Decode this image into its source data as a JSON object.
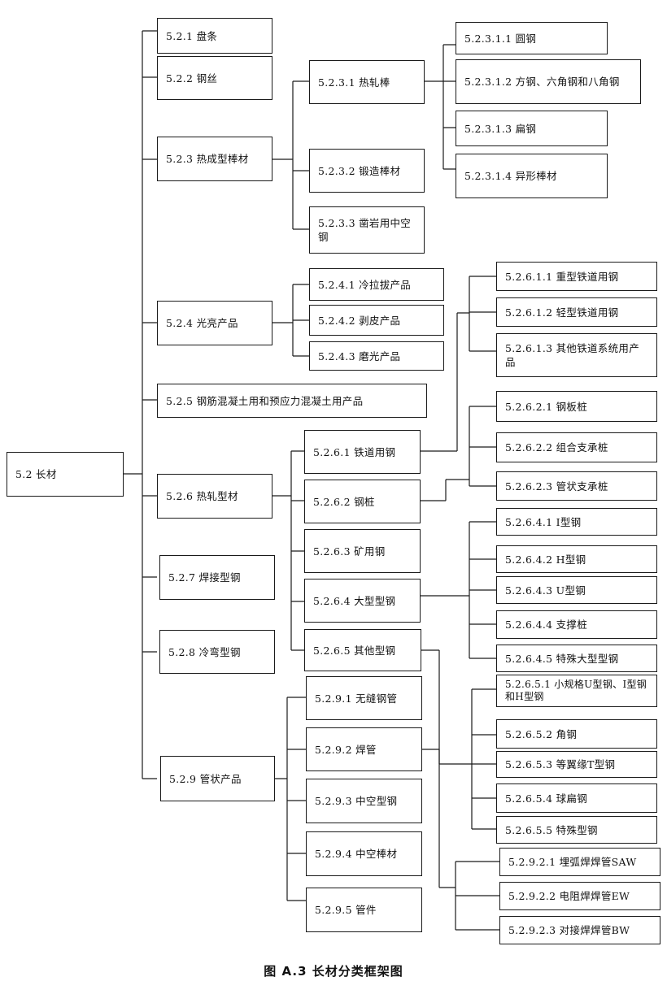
{
  "nodes": {
    "n52": "5.2 长材",
    "n521": "5.2.1 盘条",
    "n522": "5.2.2 钢丝",
    "n523": "5.2.3 热成型棒材",
    "n5231": "5.2.3.1 热轧棒",
    "n52311": "5.2.3.1.1 圆钢",
    "n52312": "5.2.3.1.2 方钢、六角钢和八角钢",
    "n52313": "5.2.3.1.3 扁钢",
    "n52314": "5.2.3.1.4 异形棒材",
    "n5232": "5.2.3.2 锻造棒材",
    "n5233": "5.2.3.3 凿岩用中空钢",
    "n524": "5.2.4 光亮产品",
    "n5241": "5.2.4.1 冷拉拔产品",
    "n5242": "5.2.4.2 剥皮产品",
    "n5243": "5.2.4.3 磨光产品",
    "n525": "5.2.5 钢筋混凝土用和预应力混凝土用产品",
    "n526": "5.2.6 热轧型材",
    "n5261": "5.2.6.1 铁道用钢",
    "n52611": "5.2.6.1.1 重型铁道用钢",
    "n52612": "5.2.6.1.2 轻型铁道用钢",
    "n52613": "5.2.6.1.3 其他铁道系统用产品",
    "n5262": "5.2.6.2 钢桩",
    "n52621": "5.2.6.2.1 钢板桩",
    "n52622": "5.2.6.2.2 组合支承桩",
    "n52623": "5.2.6.2.3 管状支承桩",
    "n5263": "5.2.6.3 矿用钢",
    "n5264": "5.2.6.4 大型型钢",
    "n52641": "5.2.6.4.1 I型钢",
    "n52642": "5.2.6.4.2 H型钢",
    "n52643": "5.2.6.4.3 U型钢",
    "n52644": "5.2.6.4.4 支撑桩",
    "n52645": "5.2.6.4.5 特殊大型型钢",
    "n5265": "5.2.6.5 其他型钢",
    "n52651": "5.2.6.5.1 小规格U型钢、I型钢和H型钢",
    "n52652": "5.2.6.5.2 角钢",
    "n52653": "5.2.6.5.3 等翼缘T型钢",
    "n52654": "5.2.6.5.4 球扁钢",
    "n52655": "5.2.6.5.5 特殊型钢",
    "n527": "5.2.7 焊接型钢",
    "n528": "5.2.8 冷弯型钢",
    "n529": "5.2.9 管状产品",
    "n5291": "5.2.9.1 无缝钢管",
    "n5292": "5.2.9.2 焊管",
    "n52921": "5.2.9.2.1 埋弧焊焊管SAW",
    "n52922": "5.2.9.2.2 电阻焊焊管EW",
    "n52923": "5.2.9.2.3 对接焊焊管BW",
    "n5293": "5.2.9.3 中空型钢",
    "n5294": "5.2.9.4 中空棒材",
    "n5295": "5.2.9.5 管件"
  },
  "caption": "图 A.3   长材分类框架图"
}
